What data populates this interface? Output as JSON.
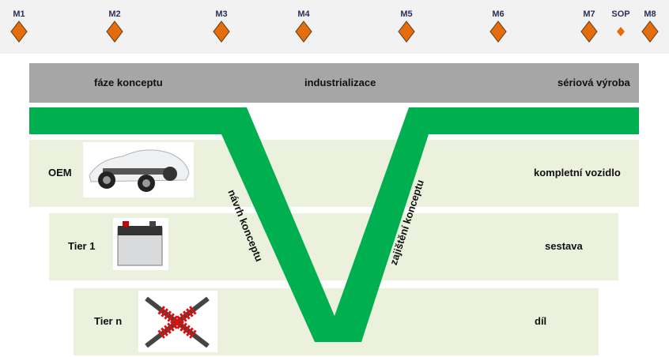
{
  "milestones": [
    "M1",
    "M2",
    "M3",
    "M4",
    "M5",
    "M6",
    "M7",
    "SOP",
    "M8"
  ],
  "phases": [
    "fáze konceptu",
    "industrializace",
    "sériová výroba"
  ],
  "rows": [
    {
      "level": "OEM",
      "result": "kompletní vozidlo",
      "image": "car-chassis"
    },
    {
      "level": "Tier 1",
      "result": "sestava",
      "image": "car-battery"
    },
    {
      "level": "Tier n",
      "result": "díl",
      "image": "shock-absorbers"
    }
  ],
  "v_labels": {
    "left": "návrh konceptu",
    "right": "zajištění konceptu"
  },
  "colors": {
    "green": "#00b050",
    "row": "#ebf1dc",
    "phase": "#a6a6a6",
    "milestone": "#e46c0a"
  }
}
